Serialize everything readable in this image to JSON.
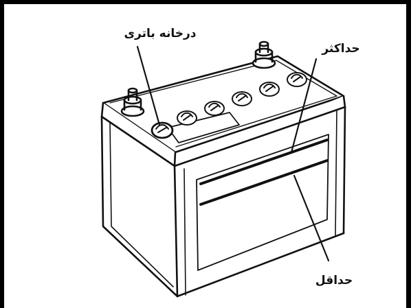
{
  "labels": {
    "cap": "درخانه باتری",
    "max": "حداکثر",
    "min": "حداقل"
  },
  "colors": {
    "ink": "#111111",
    "background": "#ffffff"
  }
}
